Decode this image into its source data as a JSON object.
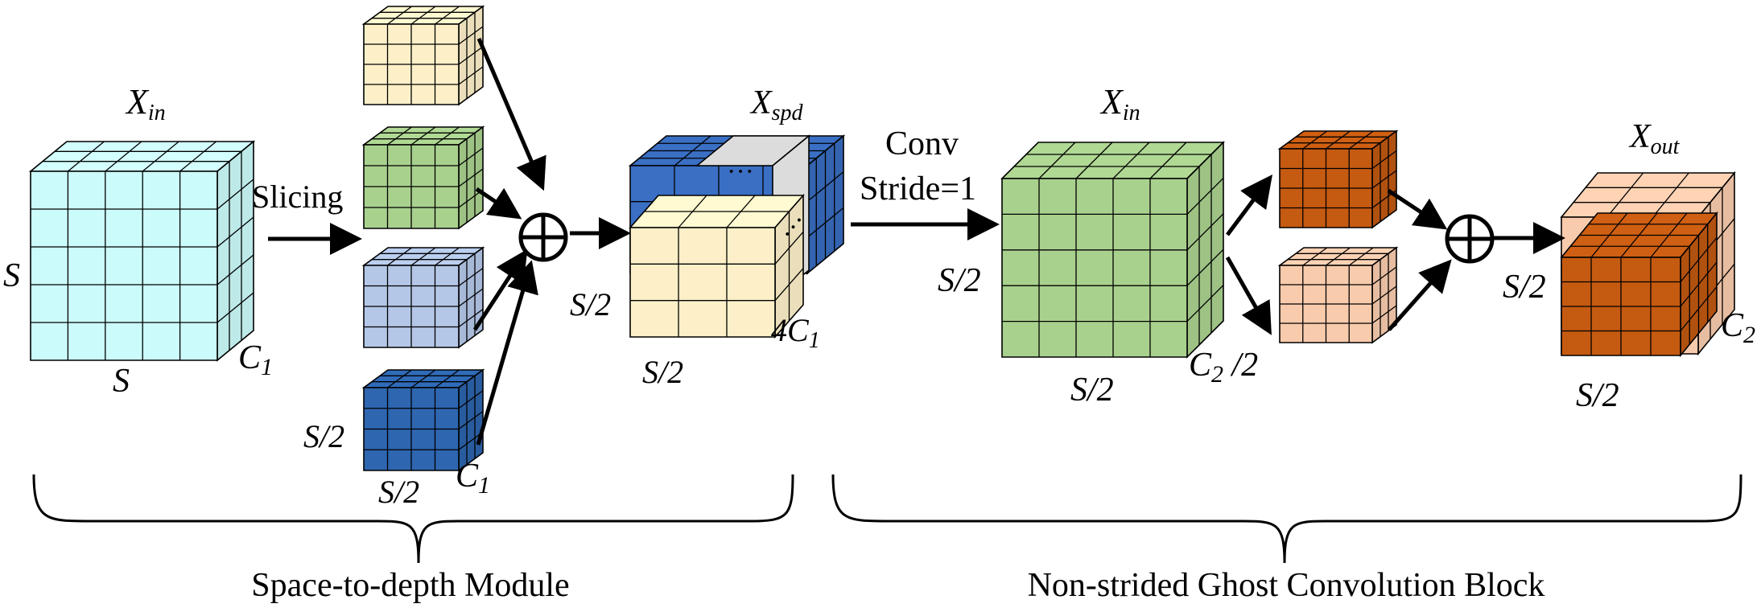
{
  "labels": {
    "xin_left": {
      "base": "X",
      "sub": "in"
    },
    "xin_right": {
      "base": "X",
      "sub": "in"
    },
    "xspd": {
      "base": "X",
      "sub": "spd"
    },
    "xout": {
      "base": "X",
      "sub": "out"
    },
    "slicing": "Slicing",
    "conv_line1": "Conv",
    "conv_line2": "Stride=1",
    "s_left": "S",
    "s_bottom": "S",
    "c1_input": {
      "base": "C",
      "sub": "1"
    },
    "s2_slice_side": "S/2",
    "s2_slice_bottom": "S/2",
    "c1_slice": {
      "base": "C",
      "sub": "1"
    },
    "s2_spd_side": "S/2",
    "s2_spd_bottom": "S/2",
    "c1_spd": {
      "prefix": "4C",
      "sub": "1"
    },
    "ellipsis_top": "···",
    "ellipsis_side": "···",
    "s2_green_side": "S/2",
    "s2_green_bottom": "S/2",
    "c2_half": {
      "base": "C",
      "sub": "2",
      "suffix": " /2"
    },
    "s2_out_side": "S/2",
    "s2_out_bottom": "S/2",
    "c2_out": {
      "base": "C",
      "sub": "2"
    },
    "module_left": "Space-to-depth Module",
    "module_right": "Non-strided Ghost Convolution Block"
  },
  "operators": {
    "add_symbol": "⊕"
  },
  "colors": {
    "input_cyan": "#ccfbfb",
    "slice_yellow": "#fdf0c9",
    "slice_green": "#a9d18e",
    "slice_lavender": "#b4c7e7",
    "slice_blue": "#2e66b0",
    "spd_blue": "#3a6fc4",
    "spd_gray": "#dcdcdc",
    "conv_green": "#a9d18e",
    "ghost_orange": "#c55a11",
    "ghost_peach": "#f8cbad"
  }
}
